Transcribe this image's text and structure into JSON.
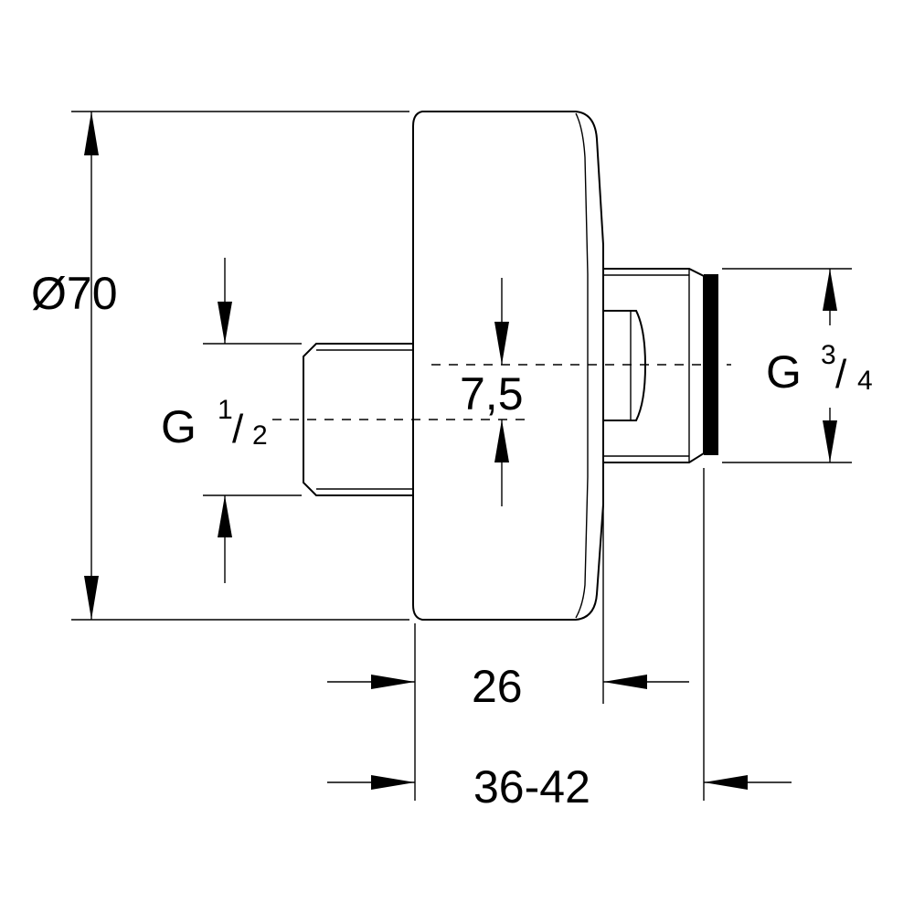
{
  "diameter_label": "Ø70",
  "left_thread": {
    "prefix": "G",
    "numerator": "1",
    "slash": "/",
    "denominator": "2"
  },
  "right_thread": {
    "prefix": "G",
    "numerator": "3",
    "slash": "/",
    "denominator": "4"
  },
  "offset_label": "7,5",
  "width_label": "26",
  "depth_label": "36-42"
}
